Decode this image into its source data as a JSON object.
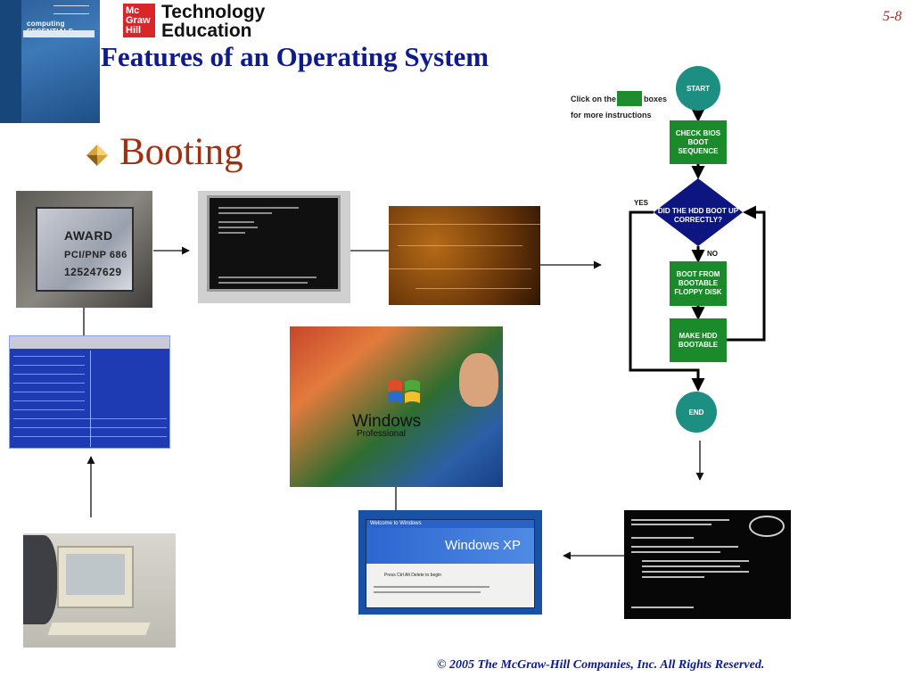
{
  "header": {
    "book_title": "computing ESSENTIALS",
    "logo_mark": [
      "Mc",
      "Graw",
      "Hill"
    ],
    "logo_text": [
      "Technology",
      "Education"
    ],
    "page_number": "5-8",
    "title": "Features of an Operating System"
  },
  "bullet": {
    "label": "Booting"
  },
  "images": {
    "bios_chip": {
      "lines": [
        "AWARD",
        "PCI/PNP 686",
        "125247629"
      ]
    },
    "windows_splash": {
      "brand": "Windows",
      "edition": "Professional"
    },
    "welcome_dialog": {
      "title": "Welcome to Windows",
      "brand": "Windows XP",
      "cta": "Press Ctrl Alt Delete to begin"
    }
  },
  "flowchart": {
    "instructions": {
      "pre": "Click on the",
      "post": "boxes",
      "line2": "for more instructions"
    },
    "start": "START",
    "check_bios": "CHECK BIOS\nBOOT\nSEQUENCE",
    "decision": "DID THE HDD BOOT UP\nCORRECTLY?",
    "yes_label": "YES",
    "no_label": "NO",
    "boot_floppy": "BOOT FROM\nBOOTABLE\nFLOPPY DISK",
    "make_hdd": "MAKE HDD\nBOOTABLE",
    "end": "END",
    "colors": {
      "box": "#1b8a2a",
      "decision": "#0d1680",
      "terminal": "#1d8f82"
    }
  },
  "footer": {
    "copyright": "© 2005  The McGraw-Hill Companies, Inc.  All Rights Reserved."
  }
}
